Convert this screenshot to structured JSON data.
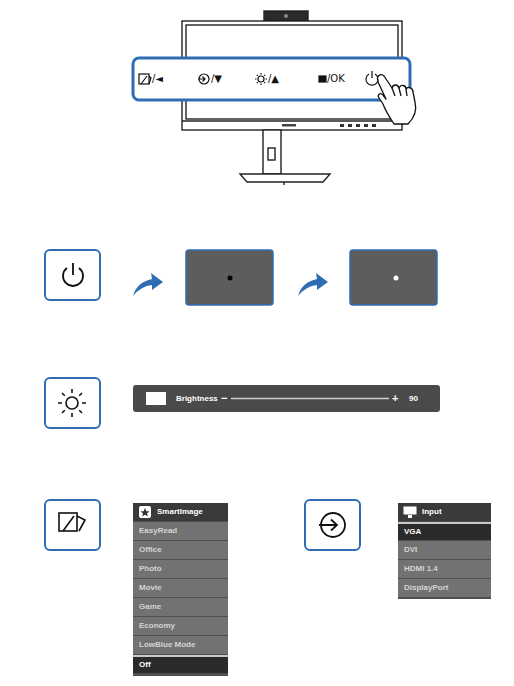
{
  "diagram": {
    "nodes": [
      {
        "text": [
          "Brightness",
          "−",
          "+",
          "90"
        ]
      },
      {
        "text": [
          "SmartImage"
        ]
      },
      {
        "text": [
          "EasyRead"
        ],
        "in": 1
      },
      {
        "text": [
          "Office"
        ],
        "in": 1
      },
      {
        "text": [
          "Photo"
        ],
        "in": 1
      },
      {
        "text": [
          "Movie"
        ],
        "in": 1
      },
      {
        "text": [
          "Game"
        ],
        "in": 1
      },
      {
        "text": [
          "Economy"
        ],
        "in": 1
      },
      {
        "text": [
          "LowBlue Mode"
        ],
        "in": 1
      },
      {
        "text": [
          "Off"
        ],
        "in": 1
      },
      {
        "text": [
          "Input"
        ]
      },
      {
        "text": [
          "VGA"
        ],
        "in": 10
      },
      {
        "text": [
          "DVI"
        ],
        "in": 10
      },
      {
        "text": [
          "HDMI 1.4"
        ],
        "in": 10
      },
      {
        "text": [
          "DisplayPort"
        ],
        "in": 10
      }
    ],
    "labels": [
      "/◄",
      "/▼",
      "/▲",
      "/OK"
    ]
  }
}
